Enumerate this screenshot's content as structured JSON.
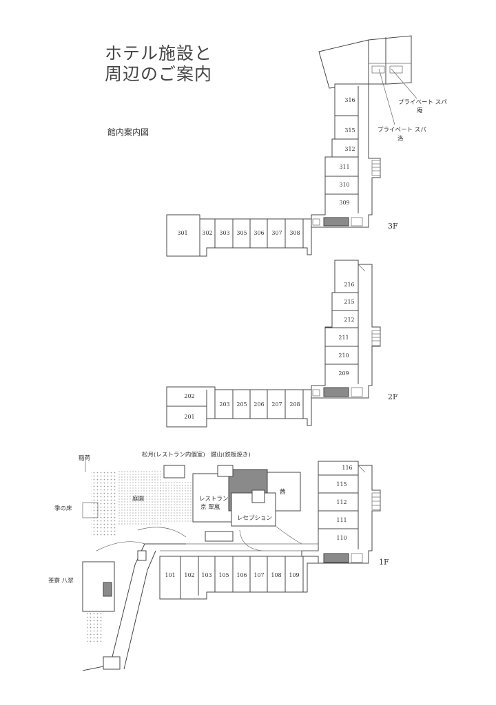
{
  "title": {
    "line1": "ホテル施設と",
    "line2": "周辺のご案内"
  },
  "subtitle": "館内案内図",
  "floors": [
    {
      "name": "3F",
      "rooms": [
        "316",
        "315",
        "312",
        "311",
        "310",
        "309",
        "301",
        "302",
        "303",
        "305",
        "306",
        "307",
        "308"
      ],
      "labels": [
        "プライベート スパ",
        "庵",
        "プライベート スパ",
        "洛"
      ]
    },
    {
      "name": "2F",
      "rooms": [
        "216",
        "215",
        "212",
        "211",
        "210",
        "209",
        "202",
        "201",
        "203",
        "205",
        "206",
        "207",
        "208"
      ]
    },
    {
      "name": "1F",
      "rooms": [
        "116",
        "115",
        "112",
        "111",
        "110",
        "101",
        "102",
        "103",
        "105",
        "106",
        "107",
        "108",
        "109"
      ],
      "facilities": [
        "稲荷",
        "松月(レストラン内個室)",
        "鐵山(鉄板焼き)",
        "庭園",
        "レストラン",
        "京 翠嵐",
        "茜",
        "レセプション",
        "季の床",
        "茶寮 八翠"
      ]
    }
  ],
  "colors": {
    "line": "#444444",
    "fill": "#8a8a8a"
  }
}
